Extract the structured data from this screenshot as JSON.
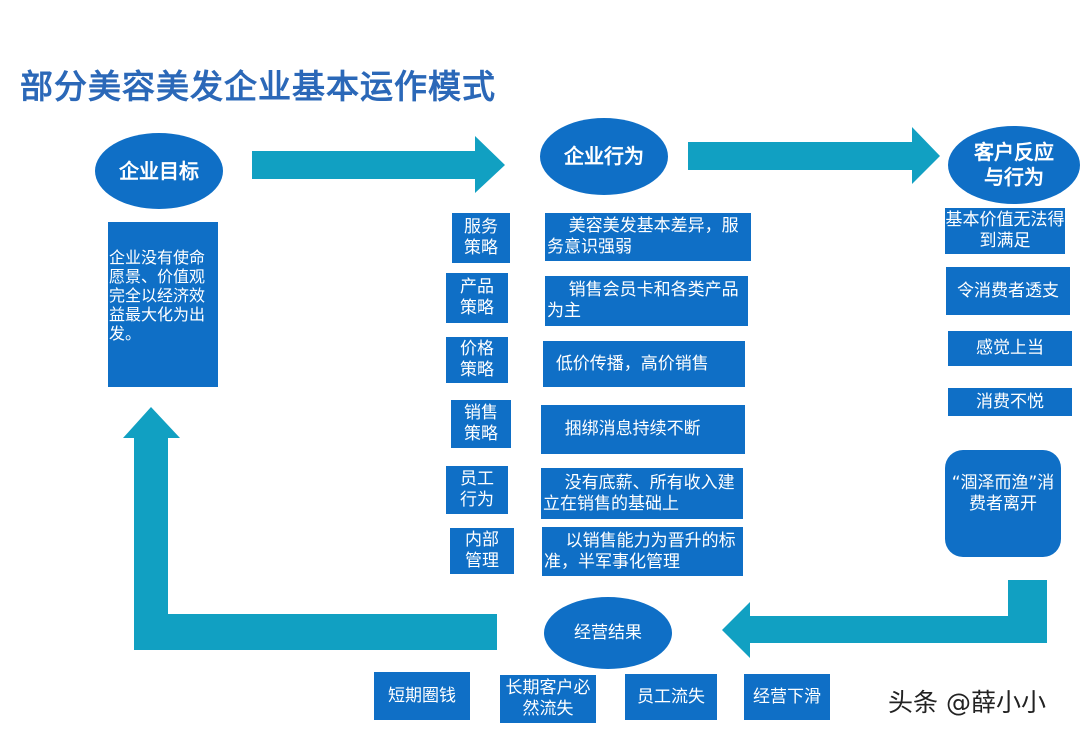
{
  "title": "部分美容美发企业基本运作模式",
  "colors": {
    "box": "#0f6fc6",
    "arrow": "#11a0c2",
    "title": "#2b68b8"
  },
  "nodes": {
    "goal": "企业目标",
    "behavior": "企业行为",
    "customer": "客户反应\n与行为",
    "result": "经营结果"
  },
  "goal_desc": "企业没有使命愿景、价值观完全以经济效益最大化为出发。",
  "strategies": [
    {
      "label": "服务\n策略",
      "desc": "    美容美发基本差异，服务意识强弱"
    },
    {
      "label": "产品\n策略",
      "desc": "    销售会员卡和各类产品为主"
    },
    {
      "label": "价格\n策略",
      "desc": "  低价传播，高价销售"
    },
    {
      "label": "销售\n策略",
      "desc": "    捆绑消息持续不断"
    },
    {
      "label": "员工\n行为",
      "desc": "    没有底薪、所有收入建立在销售的基础上"
    },
    {
      "label": "内部\n管理",
      "desc": "    以销售能力为晋升的标准，半军事化管理"
    }
  ],
  "reactions": [
    "基本价值无法得到满足",
    "令消费者透支",
    "感觉上当",
    "消费不悦",
    "“涸泽而渔”消费者离开"
  ],
  "outcomes": [
    "短期圈钱",
    "长期客户必然流失",
    "员工流失",
    "经营下滑"
  ],
  "watermark": "头条 @薛小小"
}
